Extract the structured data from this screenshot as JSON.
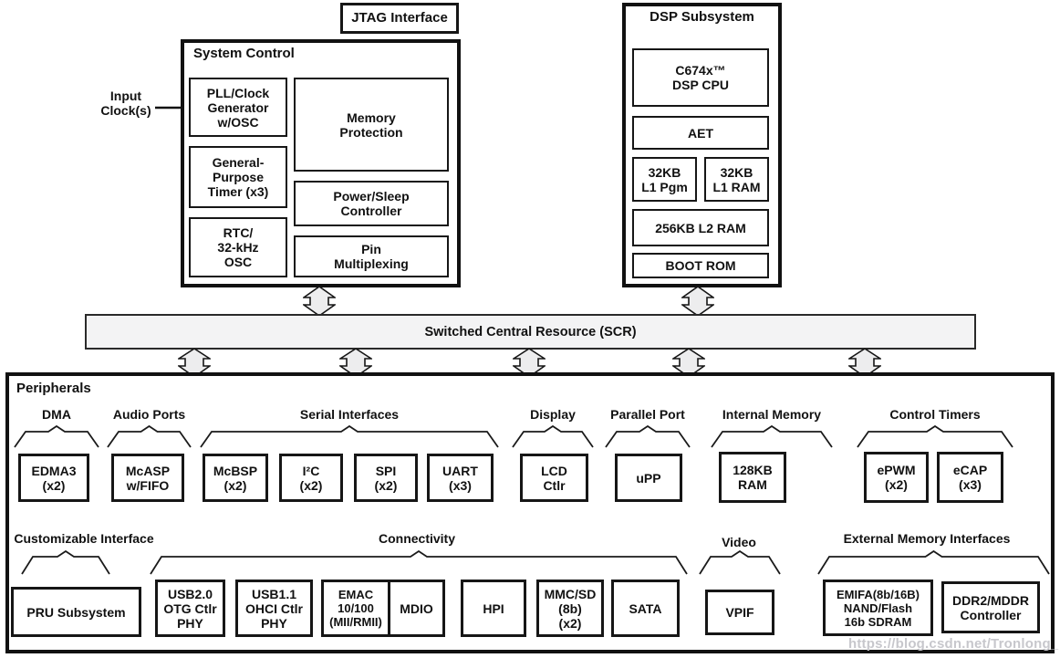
{
  "colors": {
    "background": "#ffffff",
    "line": "#111111",
    "scr_fill": "#f3f3f4",
    "arrow_fill": "#ededee",
    "watermark": "#c7c7cc"
  },
  "jtag": {
    "label": "JTAG Interface"
  },
  "input_clock": {
    "label": "Input\nClock(s)"
  },
  "system_control": {
    "title": "System Control",
    "pll": "PLL/Clock\nGenerator\nw/OSC",
    "gp_timer": "General-\nPurpose\nTimer (x3)",
    "rtc": "RTC/\n32-kHz\nOSC",
    "memory_protection": "Memory\nProtection",
    "power_sleep": "Power/Sleep\nController",
    "pin_mux": "Pin\nMultiplexing"
  },
  "dsp_subsystem": {
    "title": "DSP Subsystem",
    "cpu": "C674x™\nDSP CPU",
    "aet": "AET",
    "l1_pgm": "32KB\nL1 Pgm",
    "l1_ram": "32KB\nL1 RAM",
    "l2_ram": "256KB L2 RAM",
    "boot_rom": "BOOT ROM"
  },
  "scr": {
    "label": "Switched Central Resource (SCR)"
  },
  "peripherals": {
    "title": "Peripherals",
    "groups": [
      {
        "label": "DMA",
        "boxes": [
          "EDMA3\n(x2)"
        ]
      },
      {
        "label": "Audio Ports",
        "boxes": [
          "McASP\nw/FIFO"
        ]
      },
      {
        "label": "Serial Interfaces",
        "boxes": [
          "McBSP\n(x2)",
          "I²C\n(x2)",
          "SPI\n(x2)",
          "UART\n(x3)"
        ]
      },
      {
        "label": "Display",
        "boxes": [
          "LCD\nCtlr"
        ]
      },
      {
        "label": "Parallel Port",
        "boxes": [
          "uPP"
        ]
      },
      {
        "label": "Internal Memory",
        "boxes": [
          "128KB\nRAM"
        ]
      },
      {
        "label": "Control Timers",
        "boxes": [
          "ePWM\n(x2)",
          "eCAP\n(x3)"
        ]
      },
      {
        "label": "Customizable Interface",
        "boxes": [
          "PRU Subsystem"
        ]
      },
      {
        "label": "Connectivity",
        "boxes": [
          "USB2.0\nOTG Ctlr\nPHY",
          "USB1.1\nOHCI Ctlr\nPHY",
          "EMAC\n10/100\n(MII/RMII)",
          "MDIO",
          "HPI",
          "MMC/SD\n(8b)\n(x2)",
          "SATA"
        ]
      },
      {
        "label": "Video",
        "boxes": [
          "VPIF"
        ]
      },
      {
        "label": "External Memory Interfaces",
        "boxes": [
          "EMIFA(8b/16B)\nNAND/Flash\n16b SDRAM",
          "DDR2/MDDR\nController"
        ]
      }
    ]
  },
  "watermark": {
    "text": "https://blog.csdn.net/Tronlong_"
  }
}
